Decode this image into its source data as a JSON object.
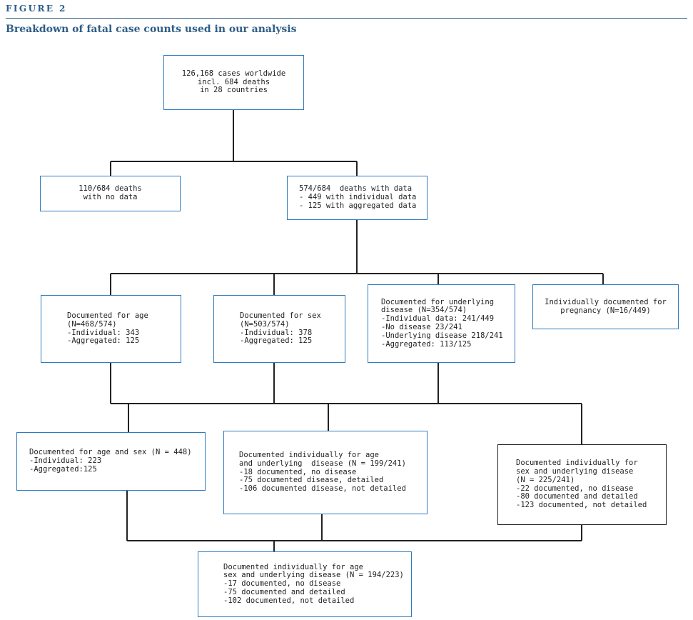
{
  "header": {
    "figure_label": "FIGURE 2",
    "title": "Breakdown of fatal case counts used in our analysis"
  },
  "colors": {
    "accent": "#2d5d87",
    "box_border": "#2f7bbf",
    "line": "#222222"
  },
  "boxes": {
    "total": "126,168 cases worldwide\nincl. 684 deaths\nin 28 countries",
    "no_data": "110/684 deaths\nwith no data",
    "with_data": "574/684  deaths with data\n- 449 with individual data\n- 125 with aggregated data",
    "age": "Documented for age\n(N=468/574)\n-Individual: 343\n-Aggregated: 125",
    "sex": "Documented for sex\n(N=503/574)\n-Individual: 378\n-Aggregated: 125",
    "underlying": "Documented for underlying\ndisease (N=354/574)\n-Individual data: 241/449\n-No disease 23/241\n-Underlying disease 218/241\n-Aggregated: 113/125",
    "pregnancy": "Individually documented for\npregnancy (N=16/449)",
    "age_sex": "Documented for age and sex (N = 448)\n-Individual: 223\n-Aggregated:125",
    "age_disease": "Documented individually for age\nand underlying  disease (N = 199/241)\n-18 documented, no disease\n-75 documented disease, detailed\n-106 documented disease, not detailed",
    "sex_disease": "Documented individually for\nsex and underlying disease\n(N = 225/241)\n-22 documented, no disease\n-80 documented and detailed\n-123 documented, not detailed",
    "all": "Documented individually for age\nsex and underlying disease (N = 194/223)\n-17 documented, no disease\n-75 documented and detailed\n-102 documented, not detailed"
  }
}
